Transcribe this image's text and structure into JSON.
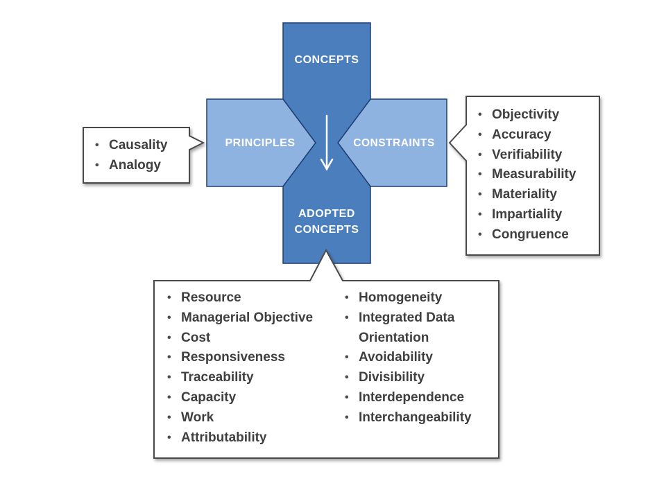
{
  "diagram": {
    "colors": {
      "dark_blue": "#4a7ebd",
      "light_blue": "#8fb3e0",
      "outline": "#1f3f73",
      "callout_border": "#4a4a4a",
      "text": "#3f3f3f"
    },
    "center": {
      "top_label": "CONCEPTS",
      "left_label": "PRINCIPLES",
      "right_label": "CONSTRAINTS",
      "bottom_label_line1": "ADOPTED",
      "bottom_label_line2": "CONCEPTS",
      "arrow": "down-arrow-icon"
    },
    "principles_callout": {
      "items": [
        "Causality",
        "Analogy"
      ]
    },
    "constraints_callout": {
      "items": [
        "Objectivity",
        "Accuracy",
        "Verifiability",
        "Measurability",
        "Materiality",
        "Impartiality",
        "Congruence"
      ]
    },
    "adopted_concepts_callout": {
      "left_column": [
        "Resource",
        "Managerial Objective",
        "Cost",
        "Responsiveness",
        "Traceability",
        "Capacity",
        "Work",
        "Attributability"
      ],
      "right_column": [
        "Homogeneity",
        "Integrated Data",
        "Orientation",
        "Avoidability",
        "Divisibility",
        "Interdependence",
        "Interchangeability"
      ]
    }
  }
}
